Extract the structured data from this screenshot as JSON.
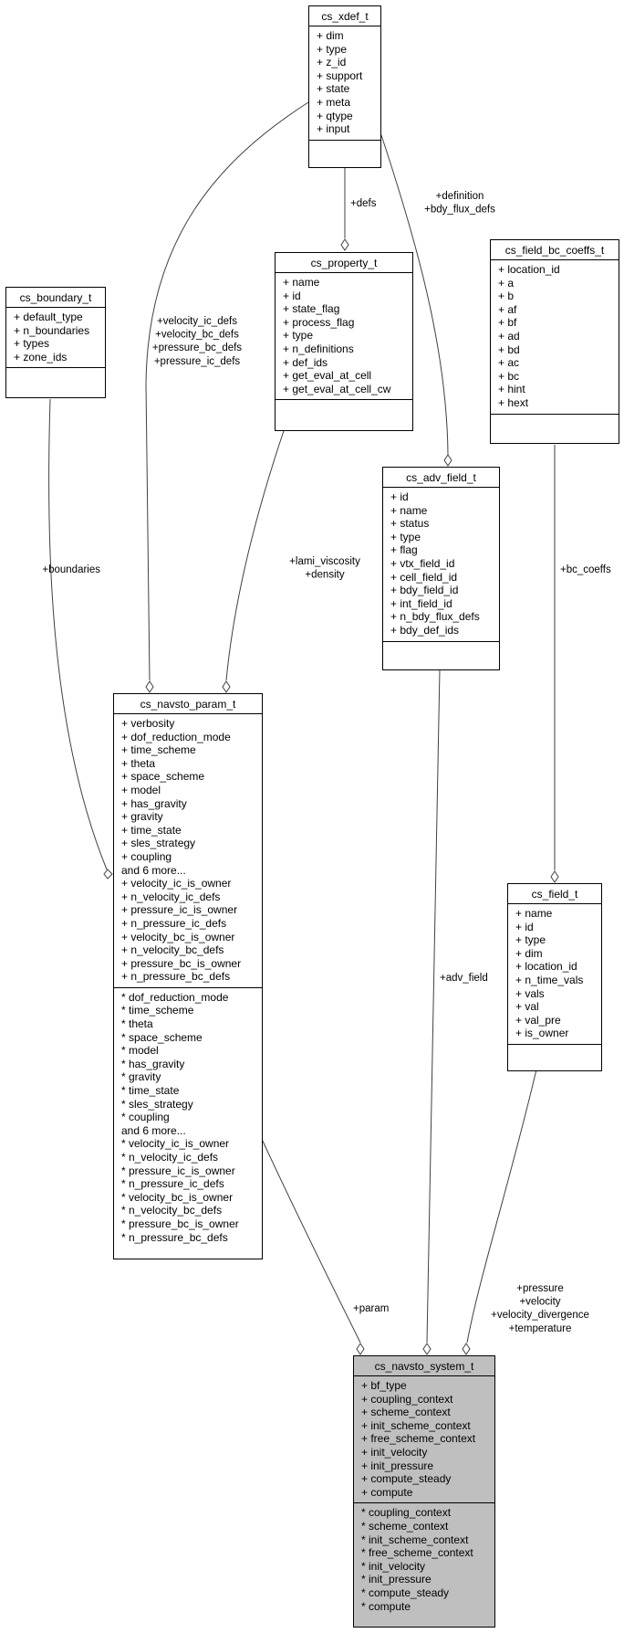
{
  "nodes": {
    "xdef": {
      "title": "cs_xdef_t",
      "attrs": [
        "+ dim",
        "+ type",
        "+ z_id",
        "+ support",
        "+ state",
        "+ meta",
        "+ qtype",
        "+ input"
      ],
      "methods": []
    },
    "property": {
      "title": "cs_property_t",
      "attrs": [
        "+ name",
        "+ id",
        "+ state_flag",
        "+ process_flag",
        "+ type",
        "+ n_definitions",
        "+ def_ids",
        "+ get_eval_at_cell",
        "+ get_eval_at_cell_cw"
      ],
      "methods": []
    },
    "boundary": {
      "title": "cs_boundary_t",
      "attrs": [
        "+ default_type",
        "+ n_boundaries",
        "+ types",
        "+ zone_ids"
      ],
      "methods": []
    },
    "bc_coeffs": {
      "title": "cs_field_bc_coeffs_t",
      "attrs": [
        "+ location_id",
        "+ a",
        "+ b",
        "+ af",
        "+ bf",
        "+ ad",
        "+ bd",
        "+ ac",
        "+ bc",
        "+ hint",
        "+ hext"
      ],
      "methods": []
    },
    "adv_field": {
      "title": "cs_adv_field_t",
      "attrs": [
        "+ id",
        "+ name",
        "+ status",
        "+ type",
        "+ flag",
        "+ vtx_field_id",
        "+ cell_field_id",
        "+ bdy_field_id",
        "+ int_field_id",
        "+ n_bdy_flux_defs",
        "+ bdy_def_ids"
      ],
      "methods": []
    },
    "navsto_param": {
      "title": "cs_navsto_param_t",
      "attrs": [
        "+ verbosity",
        "+ dof_reduction_mode",
        "+ time_scheme",
        "+ theta",
        "+ space_scheme",
        "+ model",
        "+ has_gravity",
        "+ gravity",
        "+ time_state",
        "+ sles_strategy",
        "+ coupling",
        "and 6 more...",
        "+ velocity_ic_is_owner",
        "+ n_velocity_ic_defs",
        "+ pressure_ic_is_owner",
        "+ n_pressure_ic_defs",
        "+ velocity_bc_is_owner",
        "+ n_velocity_bc_defs",
        "+ pressure_bc_is_owner",
        "+ n_pressure_bc_defs"
      ],
      "methods": [
        "* dof_reduction_mode",
        "* time_scheme",
        "* theta",
        "* space_scheme",
        "* model",
        "* has_gravity",
        "* gravity",
        "* time_state",
        "* sles_strategy",
        "* coupling",
        "and 6 more...",
        "* velocity_ic_is_owner",
        "* n_velocity_ic_defs",
        "* pressure_ic_is_owner",
        "* n_pressure_ic_defs",
        "* velocity_bc_is_owner",
        "* n_velocity_bc_defs",
        "* pressure_bc_is_owner",
        "* n_pressure_bc_defs"
      ]
    },
    "field": {
      "title": "cs_field_t",
      "attrs": [
        "+ name",
        "+ id",
        "+ type",
        "+ dim",
        "+ location_id",
        "+ n_time_vals",
        "+ vals",
        "+ val",
        "+ val_pre",
        "+ is_owner"
      ],
      "methods": []
    },
    "navsto_system": {
      "title": "cs_navsto_system_t",
      "attrs": [
        "+ bf_type",
        "+ coupling_context",
        "+ scheme_context",
        "+ init_scheme_context",
        "+ free_scheme_context",
        "+ init_velocity",
        "+ init_pressure",
        "+ compute_steady",
        "+ compute"
      ],
      "methods": [
        "* coupling_context",
        "* scheme_context",
        "* init_scheme_context",
        "* free_scheme_context",
        "* init_velocity",
        "* init_pressure",
        "* compute_steady",
        "* compute"
      ]
    }
  },
  "edge_labels": {
    "defs": [
      "+defs"
    ],
    "definition": [
      "+definition",
      "+bdy_flux_defs"
    ],
    "xdef_to_param": [
      "+velocity_ic_defs",
      "+velocity_bc_defs",
      "+pressure_bc_defs",
      "+pressure_ic_defs"
    ],
    "boundaries": [
      "+boundaries"
    ],
    "lami": [
      "+lami_viscosity",
      "+density"
    ],
    "bc_coeffs": [
      "+bc_coeffs"
    ],
    "adv_field": [
      "+adv_field"
    ],
    "param": [
      "+param"
    ],
    "fields": [
      "+pressure",
      "+velocity",
      "+velocity_divergence",
      "+temperature"
    ]
  }
}
